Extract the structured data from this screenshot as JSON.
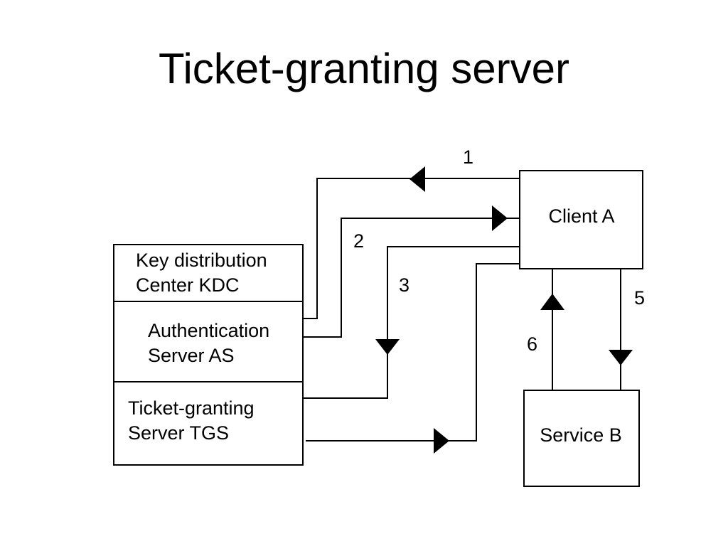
{
  "title": "Ticket-granting server",
  "kdc": {
    "header_lines": [
      "Key distribution",
      "Center KDC"
    ],
    "as_lines": [
      "Authentication",
      "Server AS"
    ],
    "tgs_lines": [
      "Ticket-granting",
      "Server TGS"
    ]
  },
  "client": {
    "label": "Client A"
  },
  "service": {
    "label": "Service B"
  },
  "steps": [
    "1",
    "2",
    "3",
    "5",
    "6"
  ]
}
